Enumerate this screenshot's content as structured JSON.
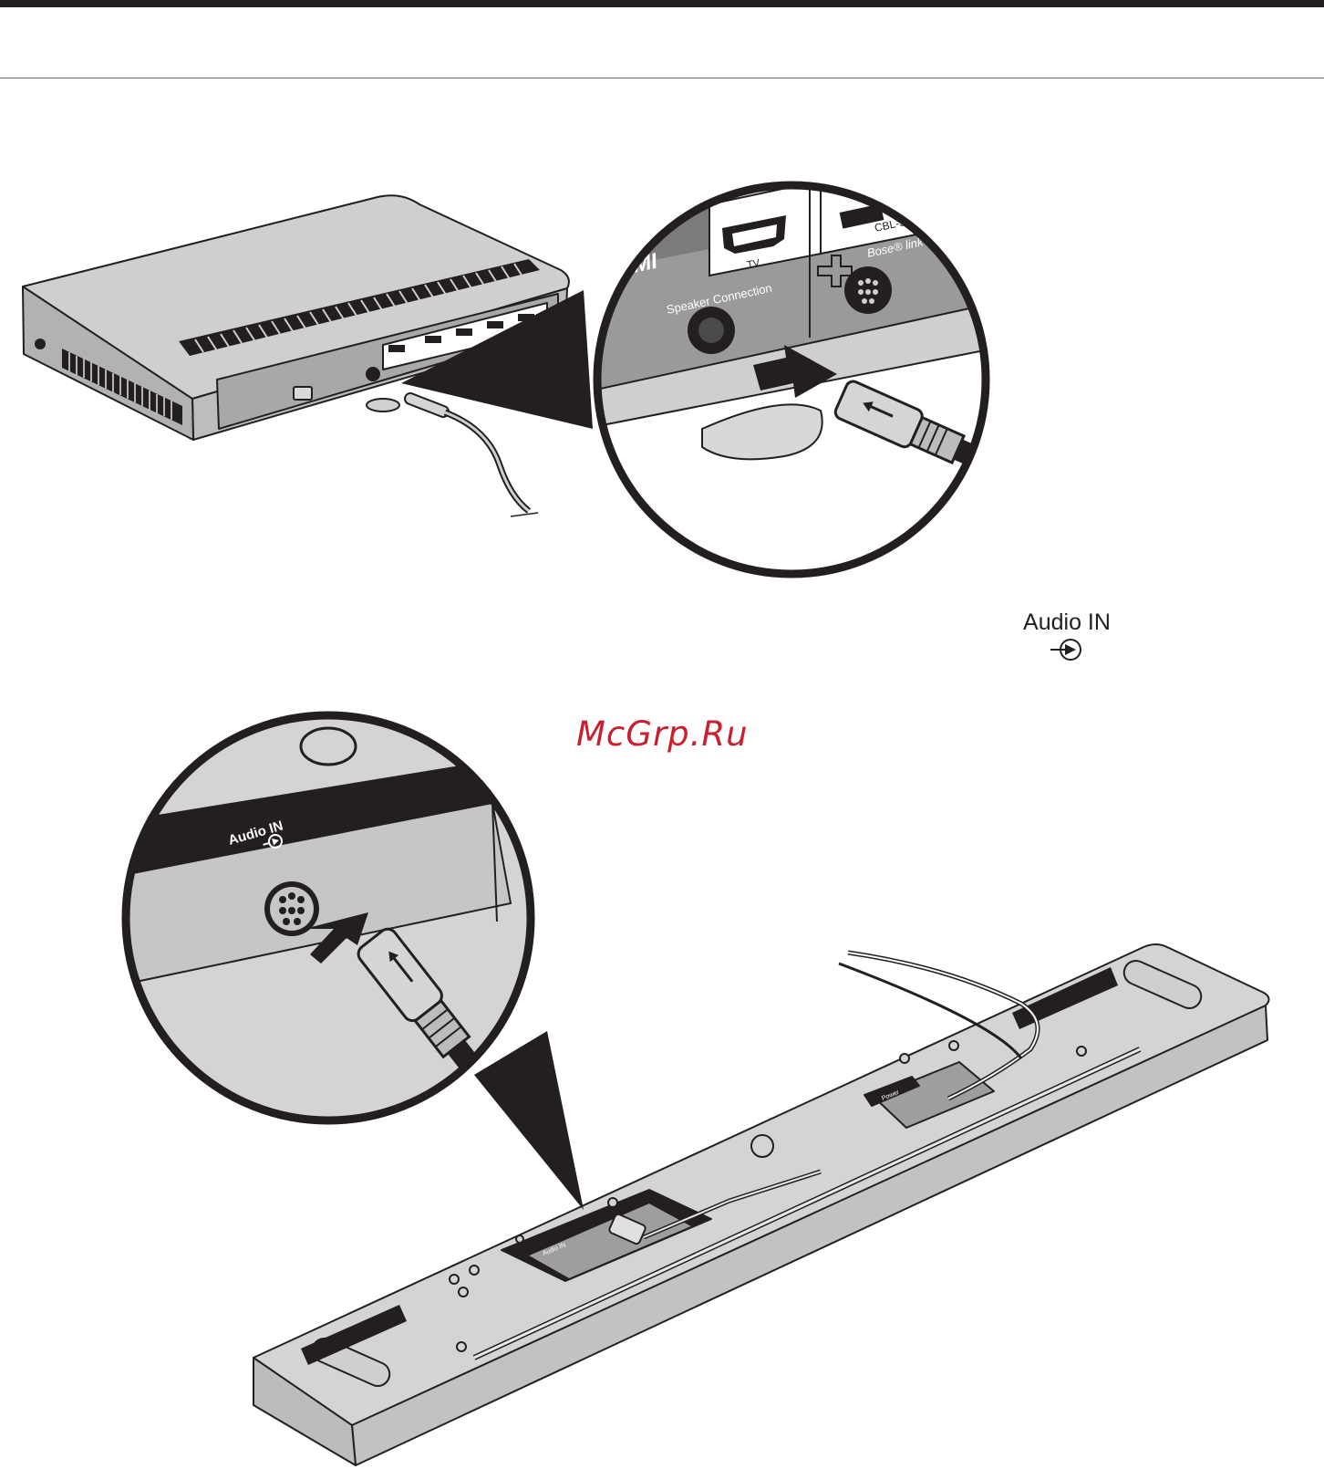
{
  "header": {
    "bar_color": "#231f20"
  },
  "console": {
    "hdmi_logo": "HDMI",
    "hdmi_tv_label": "TV",
    "speaker_connection_label": "Speaker Connection",
    "bose_link_label": "Bose® link",
    "cbl_label": "CBL-S"
  },
  "soundbar": {
    "audio_in_label": "Audio IN",
    "power_label": "Power"
  },
  "callout": {
    "audio_in_label": "Audio IN",
    "icon": "audio-input-icon"
  },
  "watermark": {
    "text": "McGrp.Ru",
    "color": "#c8202f"
  }
}
